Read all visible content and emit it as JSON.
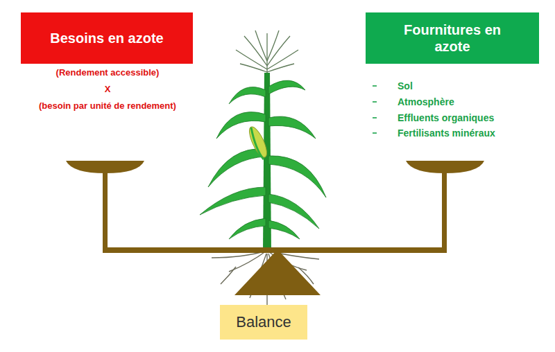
{
  "diagram": {
    "nodes": [
      {
        "text": [
          "Besoins en azote"
        ]
      },
      {
        "text": [
          "Fournitures en azote"
        ]
      },
      {
        "text": [
          "Balance"
        ]
      }
    ],
    "labels": [
      "(Rendement accessible)",
      "X",
      "(besoin par unité de rendement)",
      "Sol",
      "Atmosphère",
      "Effluents organiques",
      "Fertilisants minéraux"
    ]
  }
}
